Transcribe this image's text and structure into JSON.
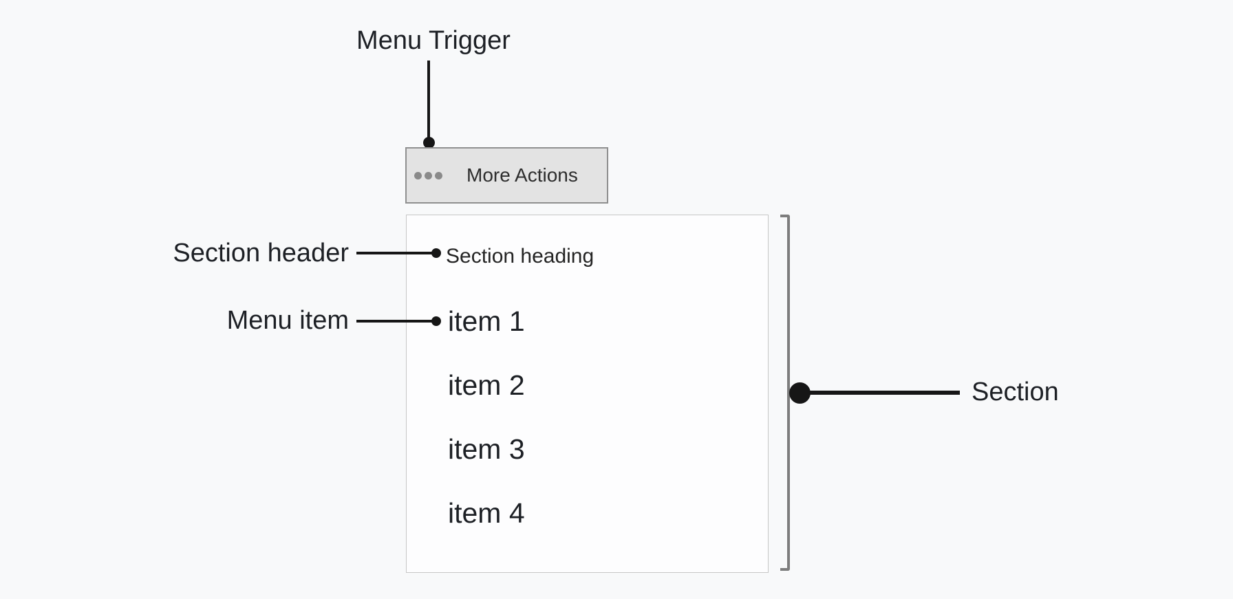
{
  "annotations": {
    "menu_trigger": "Menu Trigger",
    "section_header": "Section header",
    "menu_item": "Menu item",
    "section": "Section"
  },
  "trigger_button": {
    "label": "More Actions",
    "icon": "ellipsis-icon"
  },
  "menu": {
    "section_heading": "Section heading",
    "items": [
      "item 1",
      "item 2",
      "item 3",
      "item 4"
    ]
  },
  "colors": {
    "background": "#f8f9fa",
    "annotation_ink": "#161616",
    "text": "#1d2025",
    "button_background": "#e3e3e3",
    "button_border": "#8f8f8f",
    "button_text": "#2d2d2d",
    "button_dots": "#8a8a8a",
    "popover_background": "#fdfdfe",
    "popover_border": "#c6c6c6",
    "bracket": "#7d7d7d"
  }
}
